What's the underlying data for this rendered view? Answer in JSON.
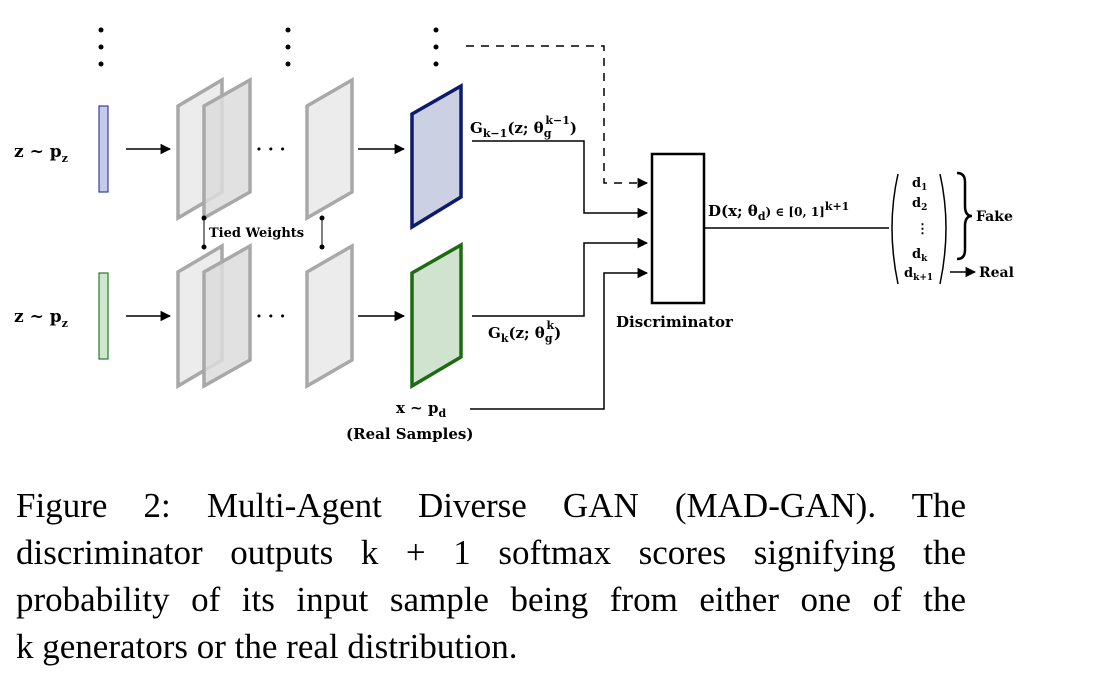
{
  "diagram": {
    "input_top": "z ~ p",
    "input_top_sub": "z",
    "input_bottom": "z ~ p",
    "input_bottom_sub": "z",
    "ellipsis_h": "· · ·",
    "tied_weights": "Tied Weights",
    "gen_top_label": "G",
    "gen_top_sub": "k−1",
    "gen_top_args": "(z; θ",
    "gen_top_theta_sub": "g",
    "gen_top_theta_sup": "k−1",
    "gen_top_close": ")",
    "gen_bottom_label": "G",
    "gen_bottom_sub": "k",
    "gen_bottom_args": "(z; θ",
    "gen_bottom_theta_sub": "g",
    "gen_bottom_theta_sup": "k",
    "gen_bottom_close": ")",
    "real_input": "x ~ p",
    "real_input_sub": "d",
    "real_samples": "(Real Samples)",
    "discriminator": "Discriminator",
    "disc_output": "D(x; θ",
    "disc_output_sub": "d",
    "disc_output_range": ") ∈ [0, 1]",
    "disc_output_sup": "k+1",
    "vector_items": [
      "d",
      "d",
      "⋮",
      "d",
      "d"
    ],
    "vector_subs": [
      "1",
      "2",
      "",
      "k",
      "k+1"
    ],
    "fake": "Fake",
    "real": "Real",
    "colors": {
      "top_generator": "#0b1c6e",
      "top_generator_fill": "#ccd0e3",
      "bottom_generator": "#1e6b14",
      "bottom_generator_fill": "#cfe3cf",
      "layer_stroke": "#a8a8a8",
      "layer_fill": "#ececec"
    }
  },
  "caption": {
    "line1": "Figure 2:  Multi-Agent Diverse GAN (MAD-GAN). The",
    "line2": "discriminator outputs k + 1 softmax scores signifying the",
    "line3": "probability of its input sample being from either one of the",
    "line4": "k generators or the real distribution."
  }
}
